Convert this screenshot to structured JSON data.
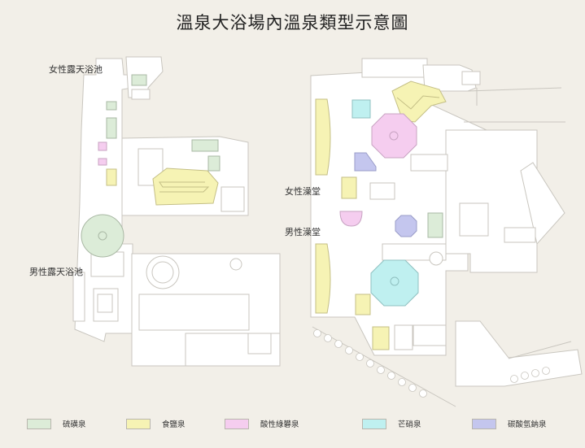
{
  "title": "溫泉大浴場內溫泉類型示意圖",
  "areas": {
    "women_outdoor": "女性露天浴池",
    "men_outdoor": "男性露天浴池",
    "women_bath": "女性澡堂",
    "men_bath": "男性澡堂"
  },
  "legend": [
    {
      "label": "硫磺泉",
      "color": "#dcecd8"
    },
    {
      "label": "食鹽泉",
      "color": "#f6f3b4"
    },
    {
      "label": "酸性綠礬泉",
      "color": "#f5cdef"
    },
    {
      "label": "芒硝泉",
      "color": "#bff0f0"
    },
    {
      "label": "碳酸氫鈉泉",
      "color": "#c4c6ee"
    }
  ]
}
